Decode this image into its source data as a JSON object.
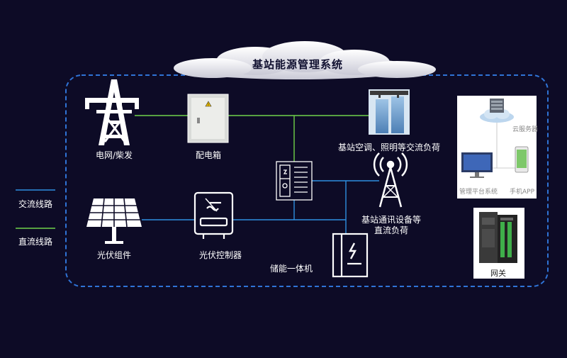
{
  "title": "基站能源管理系统",
  "colors": {
    "background": "#0d0b26",
    "dashed_border": "#2f73d6",
    "ac_line": "#6fd24a",
    "dc_line": "#2f8fe0"
  },
  "legend": {
    "ac_line": "交流线路",
    "dc_line": "直流线路"
  },
  "nodes": {
    "grid": "电网/柴发",
    "distribution_box": "配电箱",
    "ac_load": "基站空调、照明等交流负荷",
    "solar_panel": "光伏组件",
    "solar_controller": "光伏控制器",
    "storage": "储能一体机",
    "dc_load_line1": "基站通讯设备等",
    "dc_load_line2": "直流负荷"
  },
  "platform": {
    "cloud_server": "云服务器",
    "management_platform": "管理平台系统",
    "mobile_app": "手机APP"
  },
  "gateway": "网关",
  "icons": [
    "transmission-tower-icon",
    "distribution-box-icon",
    "ac-load-photo",
    "solar-panel-icon",
    "solar-controller-icon",
    "controller-cabinet-icon",
    "signal-tower-icon",
    "storage-battery-icon",
    "cloud-server-icon",
    "monitor-icon",
    "phone-icon",
    "gateway-device-icon"
  ]
}
